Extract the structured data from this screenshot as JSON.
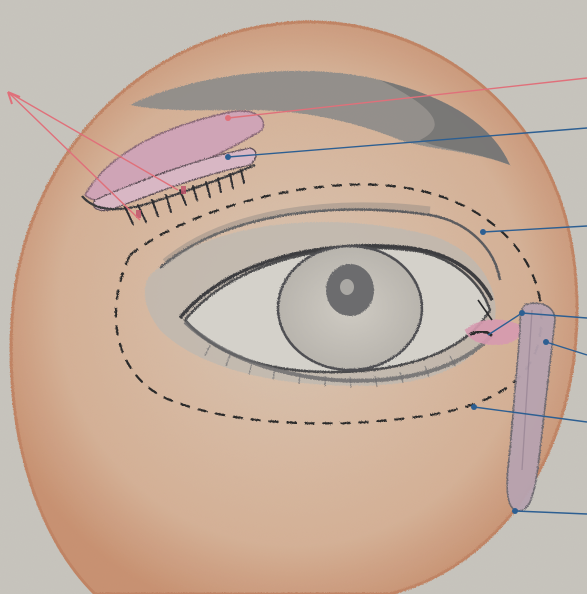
{
  "palette": {
    "paper": "#c9c6bf",
    "skin_fill": "#d9b9a1",
    "skin_edge": "#c08665",
    "brow": "#8a8a88",
    "lid_pink": "#cfa6b6",
    "lash": "#3a3a3d",
    "pencil": "#6f6f72",
    "red_line": "#e0707a",
    "blue_line": "#2d5f92",
    "dash": "#2a2a2a"
  },
  "pointers": [
    {
      "name": "upper-lid-pink-pointer",
      "color": "red"
    },
    {
      "name": "upper-lid-blue-pointer",
      "color": "blue"
    },
    {
      "name": "orbit-outline-pointer",
      "color": "blue"
    },
    {
      "name": "lacrimal-caruncle-pointer",
      "color": "blue"
    },
    {
      "name": "lacrimal-duct-pointer",
      "color": "blue"
    },
    {
      "name": "lower-orbit-pointer",
      "color": "blue"
    },
    {
      "name": "nasolacrimal-duct-pointer",
      "color": "blue"
    }
  ]
}
